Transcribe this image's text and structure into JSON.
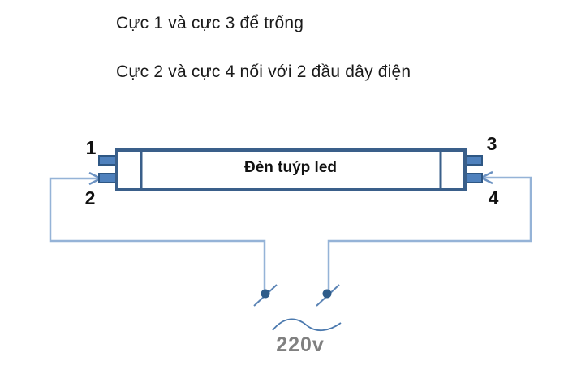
{
  "instructions": {
    "line1": "Cực 1 và cực 3 để trống",
    "line2": "Cực 2 và cực 4 nối với 2 đầu dây điện"
  },
  "tube": {
    "label": "Đèn tuýp led",
    "pin_labels": [
      "1",
      "2",
      "3",
      "4"
    ]
  },
  "power": {
    "voltage_label": "220v",
    "ac_symbol": "sine-wave"
  },
  "icons": {
    "left_arrow": "arrow-pointing-right-into-pin-2",
    "right_arrow": "arrow-pointing-left-into-pin-4",
    "terminals": "wire-end-dot-with-slash"
  },
  "colors": {
    "tube_border": "#3A5F8A",
    "pin_fill": "#4F81BD",
    "pin_border": "#2E5784",
    "wire": "#95B3D7",
    "arrow": "#6C92C2",
    "terminal_dot": "#2E5C8A",
    "terminal_slash": "#5B84B5",
    "sine": "#4B79AE",
    "voltage_text": "#808080",
    "text": "#1A1A1A"
  }
}
